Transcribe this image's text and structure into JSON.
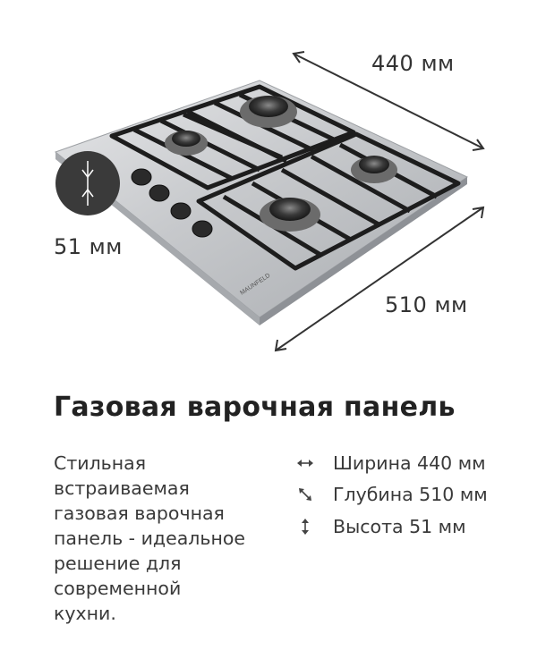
{
  "hero": {
    "product_image": "gas-hob-4-burner-stainless",
    "logo_text": "MAUNFELD",
    "width_label": "440 мм",
    "depth_label": "510 мм",
    "height_label": "51 мм"
  },
  "title": "Газовая варочная панель",
  "description": "Стильная\nвстраиваемая\nгазовая варочная\nпанель - идеальное\nрешение для\nсовременной\nкухни.",
  "specs": [
    {
      "icon": "horizontal-arrows-icon",
      "text": "Ширина 440 мм"
    },
    {
      "icon": "diagonal-arrows-icon",
      "text": "Глубина 510 мм"
    },
    {
      "icon": "vertical-arrows-icon",
      "text": "Высота 51 мм"
    }
  ],
  "colors": {
    "text": "#3a3a3a",
    "title": "#222222",
    "steel": "#c9cbce",
    "grate": "#1d1d1d"
  }
}
